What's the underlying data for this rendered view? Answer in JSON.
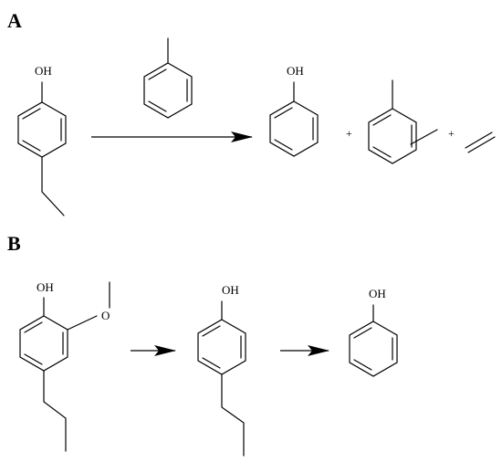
{
  "panel_a": {
    "label": "A",
    "reactant_oh": "OH",
    "product_phenol_oh": "OH",
    "plus_1": "+",
    "plus_2": "+"
  },
  "panel_b": {
    "label": "B",
    "reactant_oh": "OH",
    "reactant_methoxy_o": "O",
    "intermediate_oh": "OH",
    "product_oh": "OH"
  },
  "colors": {
    "ink": "#000000",
    "background": "#ffffff"
  }
}
